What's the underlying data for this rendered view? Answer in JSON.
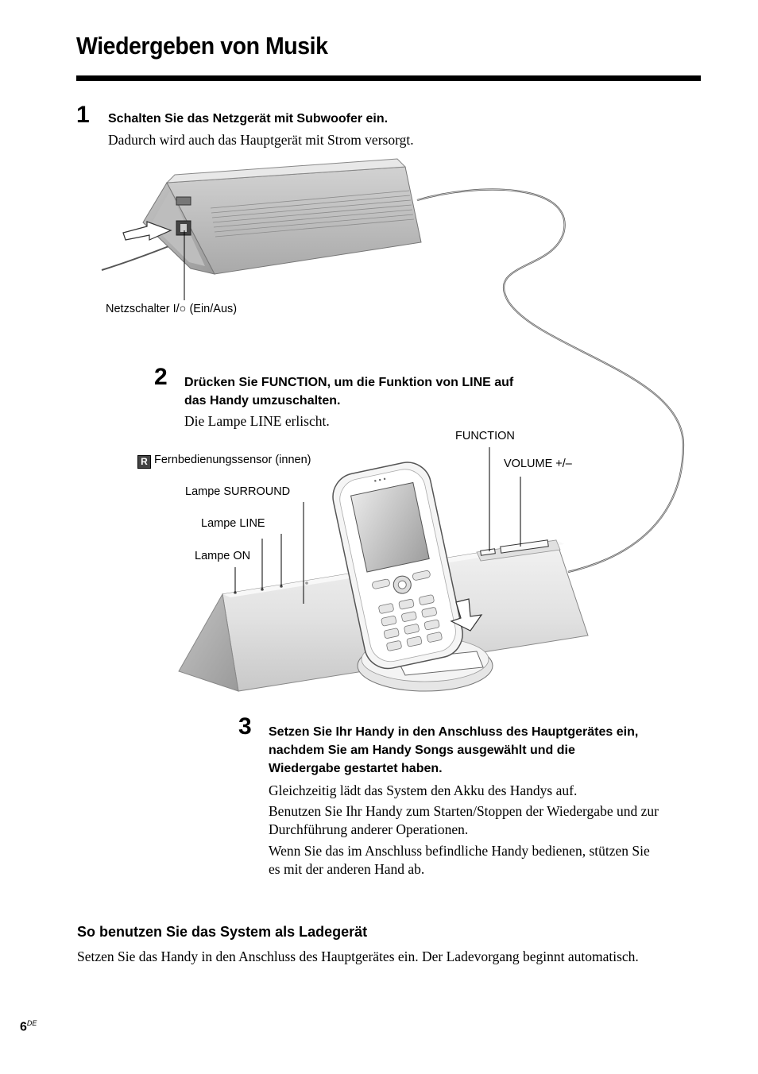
{
  "page": {
    "title": "Wiedergeben von Musik",
    "page_number": "6",
    "page_suffix": "DE"
  },
  "step1": {
    "number": "1",
    "heading": "Schalten Sie das Netzgerät mit Subwoofer ein.",
    "text": "Dadurch wird auch das Hauptgerät mit Strom versorgt.",
    "power_switch_label": "Netzschalter I/○ (Ein/Aus)"
  },
  "step2": {
    "number": "2",
    "heading_line1": "Drücken Sie FUNCTION, um die Funktion von LINE auf",
    "heading_line2": "das Handy umzuschalten.",
    "text": "Die Lampe LINE erlischt."
  },
  "callouts": {
    "function": "FUNCTION",
    "volume": "VOLUME +/–",
    "remote_sensor": "Fernbedienungssensor (innen)",
    "remote_sensor_icon": "R",
    "lamp_surround": "Lampe SURROUND",
    "lamp_line": "Lampe LINE",
    "lamp_on": "Lampe ON"
  },
  "step3": {
    "number": "3",
    "heading_line1": "Setzen Sie Ihr Handy in den Anschluss des Hauptgerätes ein,",
    "heading_line2": "nachdem Sie am Handy Songs ausgewählt und die",
    "heading_line3": "Wiedergabe gestartet haben.",
    "para1": "Gleichzeitig lädt das System den Akku des Handys auf.",
    "para2_line1": "Benutzen Sie Ihr Handy zum Starten/Stoppen der Wiedergabe und zur",
    "para2_line2": "Durchführung anderer Operationen.",
    "para3_line1": "Wenn Sie das im Anschluss befindliche Handy bedienen, stützen Sie",
    "para3_line2": "es mit der anderen Hand ab."
  },
  "charger": {
    "heading": "So benutzen Sie das System als Ladegerät",
    "text": "Setzen Sie das Handy in den Anschluss des Hauptgerätes ein. Der Ladevorgang beginnt automatisch."
  }
}
